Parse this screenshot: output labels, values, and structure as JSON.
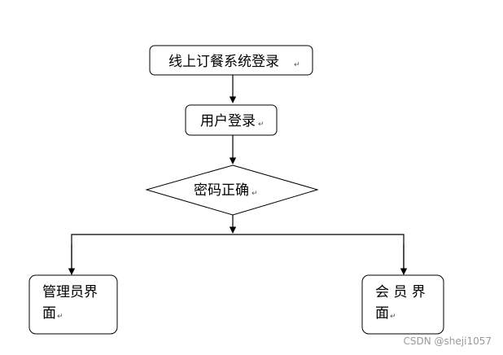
{
  "diagram": {
    "nodes": {
      "login_system": {
        "text": "线上订餐系统登录",
        "mark": "↵"
      },
      "user_login": {
        "text": "用户登录",
        "mark": "↵"
      },
      "password_check": {
        "text": "密码正确",
        "mark": "↵"
      },
      "admin_page": {
        "line1": "管理员界",
        "line2": "面",
        "mark": "↵"
      },
      "member_page": {
        "line1": "会 员 界",
        "line2": "面",
        "mark": "↵"
      }
    },
    "edges": [
      {
        "from": "login_system",
        "to": "user_login"
      },
      {
        "from": "user_login",
        "to": "password_check"
      },
      {
        "from": "password_check",
        "to": "admin_page"
      },
      {
        "from": "password_check",
        "to": "member_page"
      }
    ],
    "colors": {
      "stroke": "#000000",
      "background": "#ffffff",
      "watermark": "#9a9a9a"
    }
  },
  "watermark": "CSDN @sheji1057"
}
